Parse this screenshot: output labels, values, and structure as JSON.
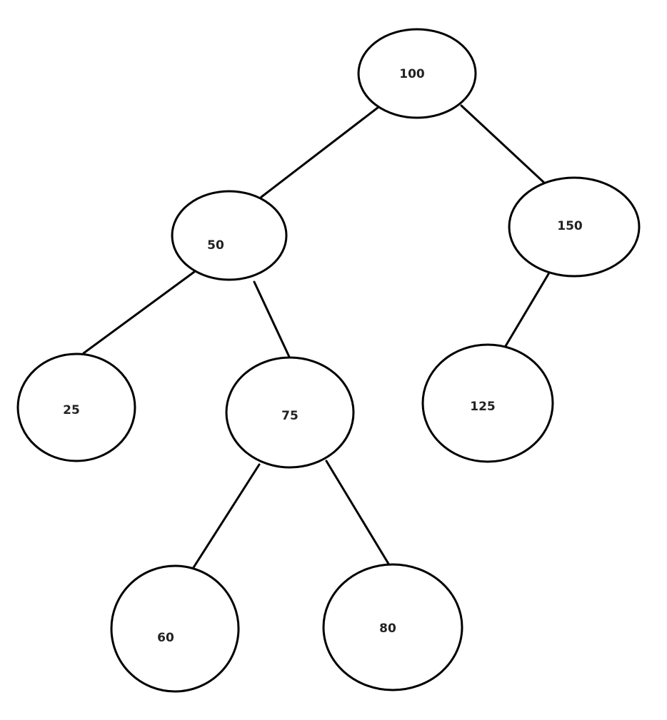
{
  "tree": {
    "nodes": [
      {
        "id": "n100",
        "label": "100"
      },
      {
        "id": "n50",
        "label": "50"
      },
      {
        "id": "n150",
        "label": "150"
      },
      {
        "id": "n25",
        "label": "25"
      },
      {
        "id": "n75",
        "label": "75"
      },
      {
        "id": "n125",
        "label": "125"
      },
      {
        "id": "n60",
        "label": "60"
      },
      {
        "id": "n80",
        "label": "80"
      }
    ],
    "edges": [
      {
        "from": "n100",
        "to": "n50"
      },
      {
        "from": "n100",
        "to": "n150"
      },
      {
        "from": "n50",
        "to": "n25"
      },
      {
        "from": "n50",
        "to": "n75"
      },
      {
        "from": "n150",
        "to": "n125"
      },
      {
        "from": "n75",
        "to": "n60"
      },
      {
        "from": "n75",
        "to": "n80"
      }
    ],
    "colors": {
      "stroke": "#000000",
      "label": "#222222",
      "background": "#ffffff"
    }
  }
}
